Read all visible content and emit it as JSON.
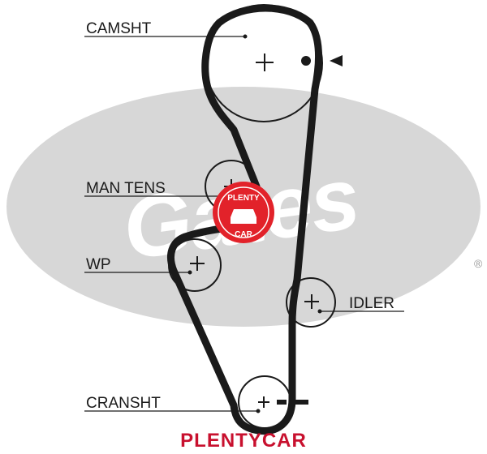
{
  "labels": {
    "camshaft": "CAMSHT",
    "manual_tensioner": "MAN TENS",
    "water_pump": "WP",
    "idler": "IDLER",
    "crankshaft": "CRANSHT"
  },
  "watermark": {
    "brand": "Gates",
    "registered": "®",
    "badge_top": "PLENTY",
    "badge_bottom": "CAR"
  },
  "footer": {
    "text": "PLENTYCAR"
  },
  "colors": {
    "belt": "#1a1a1a",
    "watermark_ellipse": "#d7d7d7",
    "badge": "#e2222a",
    "footer": "#c8102e"
  }
}
